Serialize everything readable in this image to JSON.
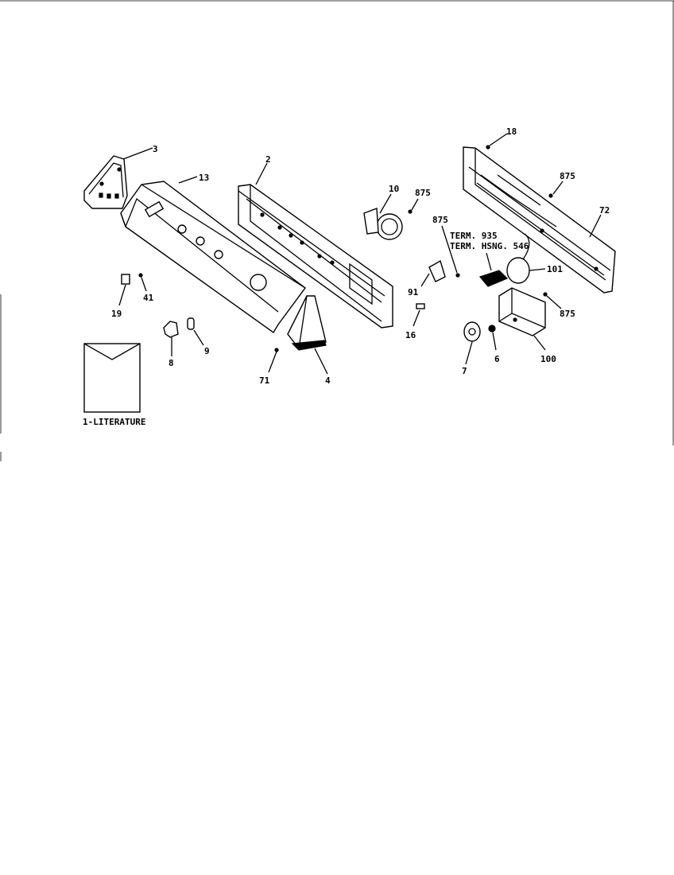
{
  "labels": {
    "p1": "1-LITERATURE",
    "p2": "2",
    "p3": "3",
    "p4": "4",
    "p6": "6",
    "p7": "7",
    "p8": "8",
    "p9": "9",
    "p10": "10",
    "p13": "13",
    "p16": "16",
    "p18": "18",
    "p19": "19",
    "p41": "41",
    "p71": "71",
    "p72": "72",
    "p91": "91",
    "p100": "100",
    "p101": "101",
    "p875a": "875",
    "p875b": "875",
    "p875c": "875",
    "p875d": "875",
    "term": "TERM. 935",
    "termhsng": "TERM. HSNG. 546"
  }
}
